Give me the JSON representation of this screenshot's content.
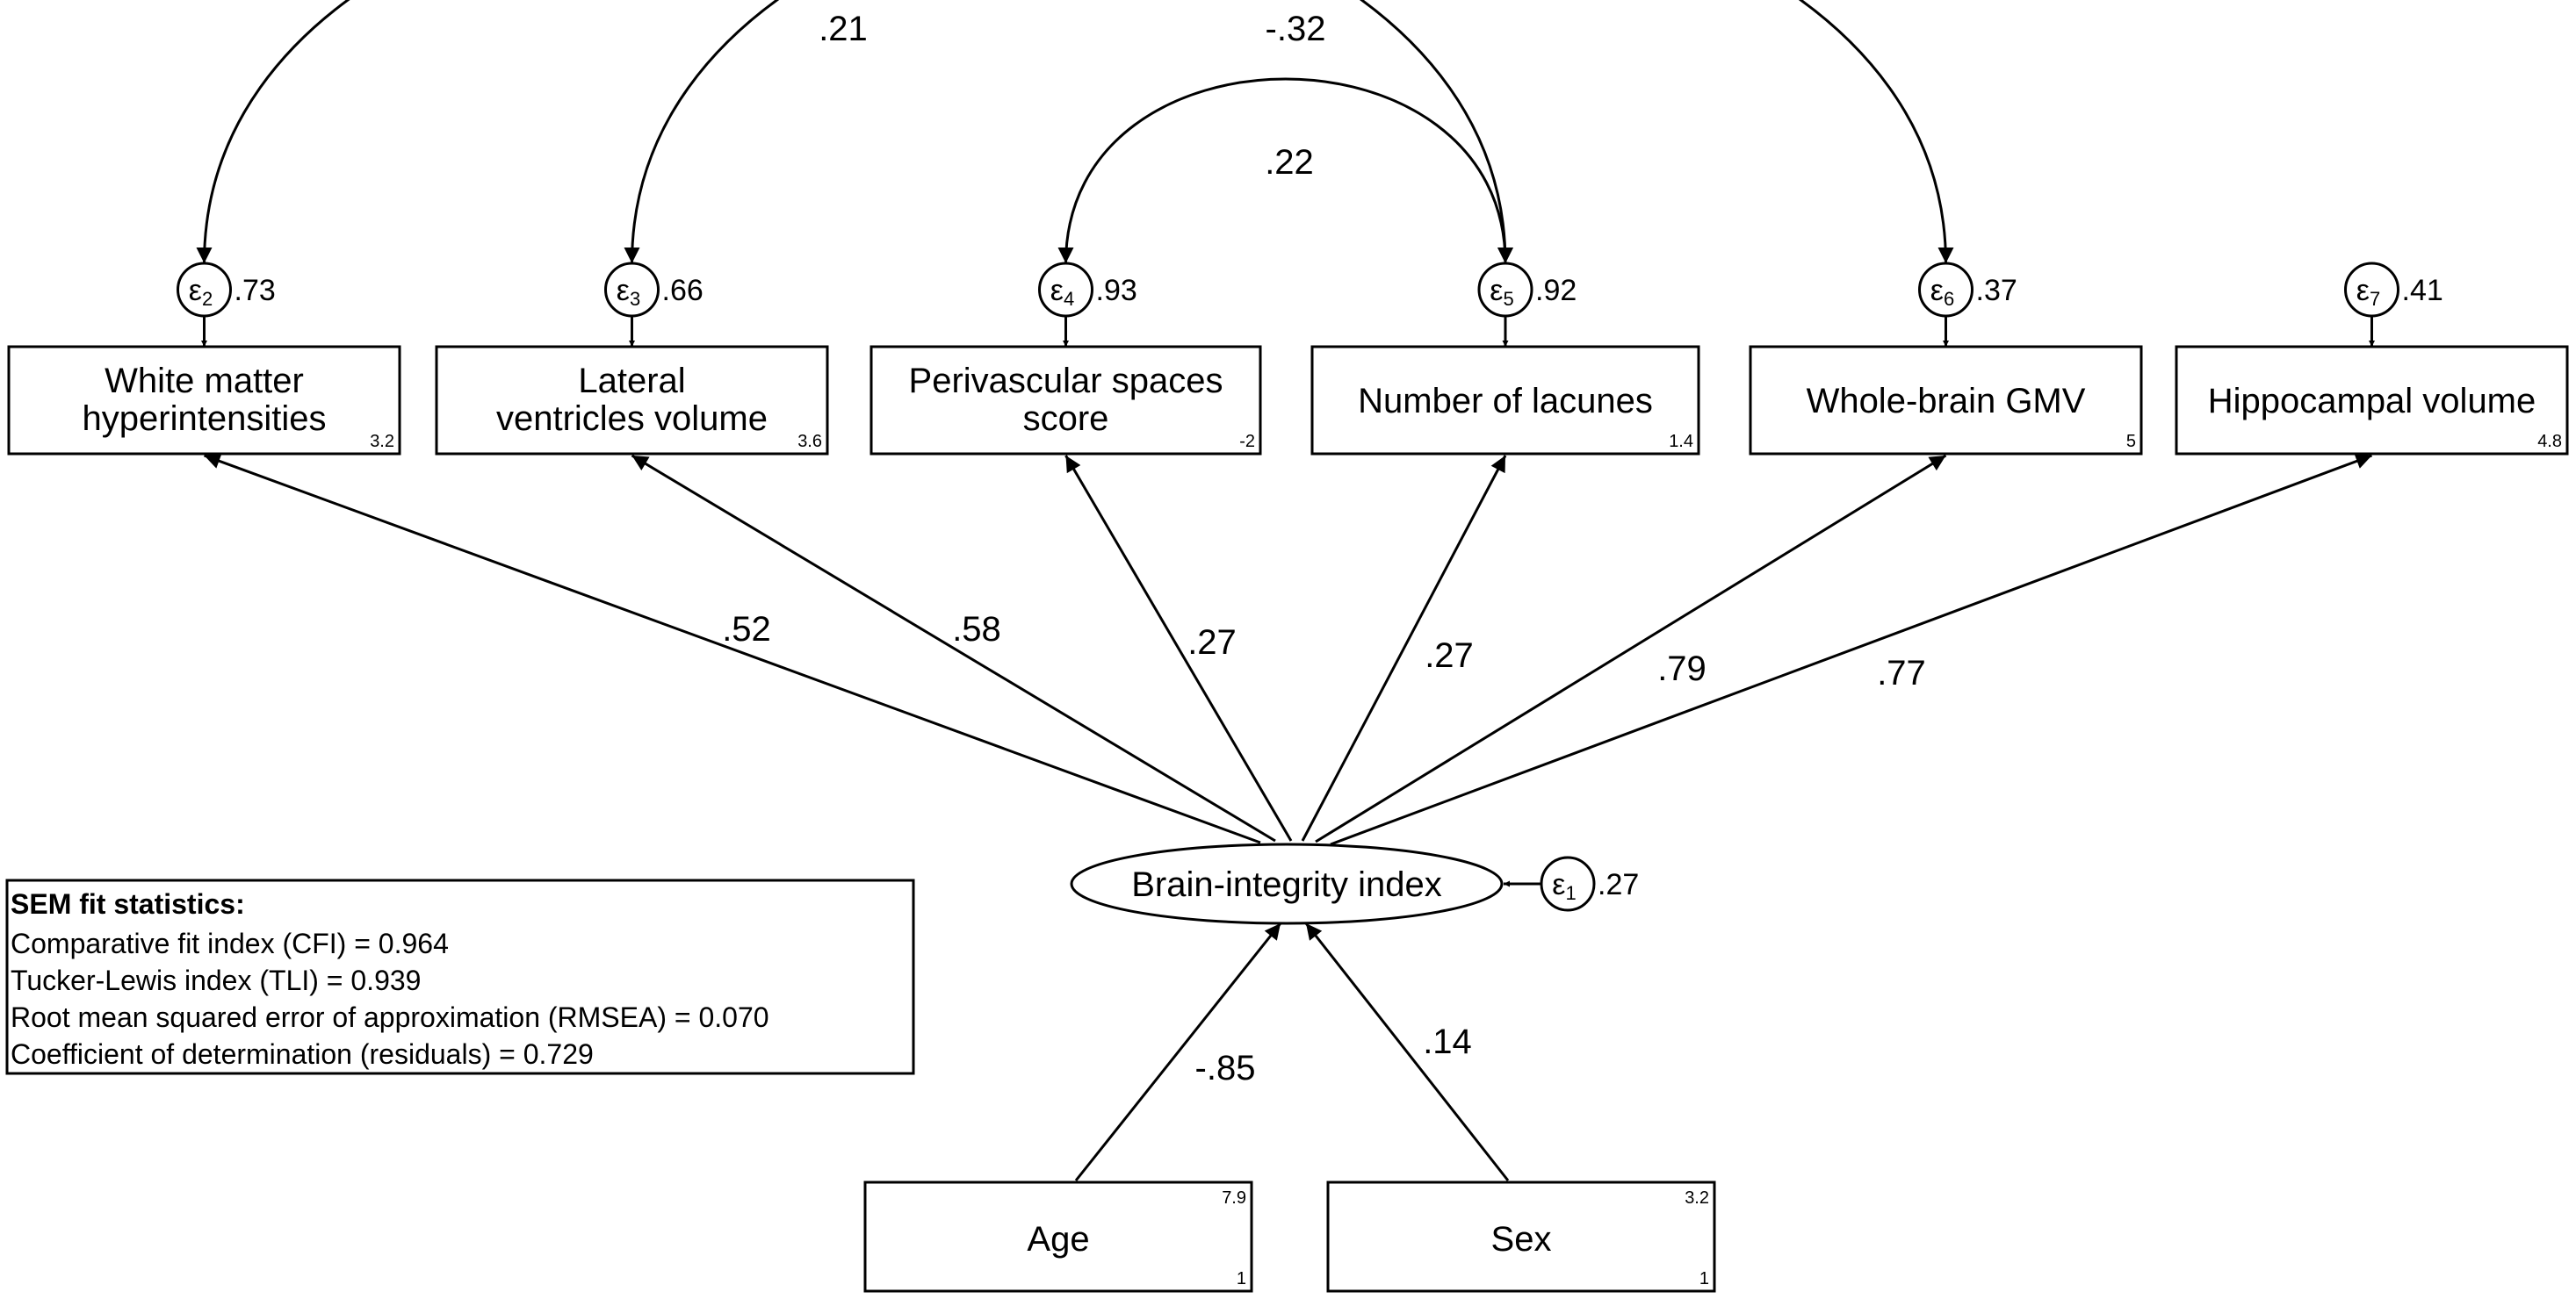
{
  "indicators": [
    {
      "id": "wmh",
      "lines": [
        "White matter",
        "hyperintensities"
      ],
      "intercept": "3.2",
      "error": {
        "sub": "2",
        "value": ".73"
      },
      "loading": ".52"
    },
    {
      "id": "lvv",
      "lines": [
        "Lateral",
        "ventricles volume"
      ],
      "intercept": "3.6",
      "error": {
        "sub": "3",
        "value": ".66"
      },
      "loading": ".58"
    },
    {
      "id": "pvs",
      "lines": [
        "Perivascular spaces",
        "score"
      ],
      "intercept": "-2",
      "error": {
        "sub": "4",
        "value": ".93"
      },
      "loading": ".27"
    },
    {
      "id": "lac",
      "lines": [
        "Number of lacunes"
      ],
      "intercept": "1.4",
      "error": {
        "sub": "5",
        "value": ".92"
      },
      "loading": ".27"
    },
    {
      "id": "gmv",
      "lines": [
        "Whole-brain GMV"
      ],
      "intercept": "5",
      "error": {
        "sub": "6",
        "value": ".37"
      },
      "loading": ".79"
    },
    {
      "id": "hip",
      "lines": [
        "Hippocampal volume"
      ],
      "intercept": "4.8",
      "error": {
        "sub": "7",
        "value": ".41"
      },
      "loading": ".77"
    }
  ],
  "covariances": [
    {
      "from": "wmh",
      "to": "lac",
      "value": ".21"
    },
    {
      "from": "lvv",
      "to": "gmv",
      "value": "-.32"
    },
    {
      "from": "pvs",
      "to": "lac",
      "value": ".22"
    }
  ],
  "latent": {
    "label": "Brain-integrity index",
    "error": {
      "sub": "1",
      "value": ".27"
    }
  },
  "predictors": [
    {
      "id": "age",
      "label": "Age",
      "mean": "7.9",
      "variance": "1",
      "coef": "-.85"
    },
    {
      "id": "sex",
      "label": "Sex",
      "mean": "3.2",
      "variance": "1",
      "coef": ".14"
    }
  ],
  "error_symbol": "ε",
  "fit": {
    "title": "SEM fit statistics:",
    "lines": [
      "Comparative fit index (CFI) = 0.964",
      "Tucker-Lewis index (TLI) = 0.939",
      "Root mean squared error of approximation (RMSEA) = 0.070",
      "Coefficient of determination (residuals) = 0.729"
    ]
  }
}
